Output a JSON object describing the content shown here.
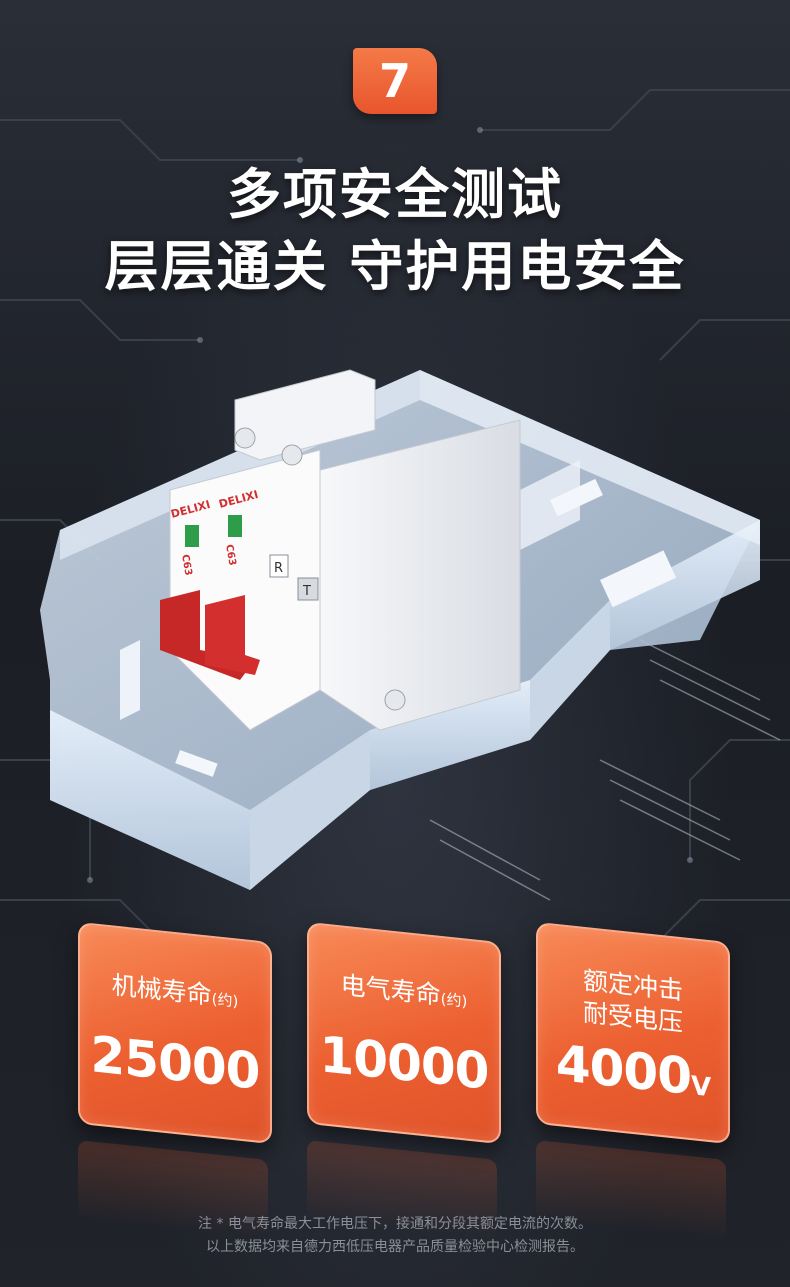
{
  "badge": {
    "number": "7"
  },
  "headline": {
    "line1": "多项安全测试",
    "line2": "层层通关 守护用电安全"
  },
  "product": {
    "brand": "DELIXI",
    "rating": "C63",
    "button_r": "R",
    "button_t": "T"
  },
  "cards": [
    {
      "label": "机械寿命",
      "label_suffix": "(约)",
      "value": "25000",
      "unit": ""
    },
    {
      "label": "电气寿命",
      "label_suffix": "(约)",
      "value": "10000",
      "unit": ""
    },
    {
      "label_line1": "额定冲击",
      "label_line2": "耐受电压",
      "value": "4000",
      "unit": "V"
    }
  ],
  "footnote": {
    "line1": "注 * 电气寿命最大工作电压下，接通和分段其额定电流的次数。",
    "line2": "以上数据均来自德力西低压电器产品质量检验中心检测报告。"
  },
  "colors": {
    "accent": "#ec5f30",
    "background": "#1d2027"
  }
}
